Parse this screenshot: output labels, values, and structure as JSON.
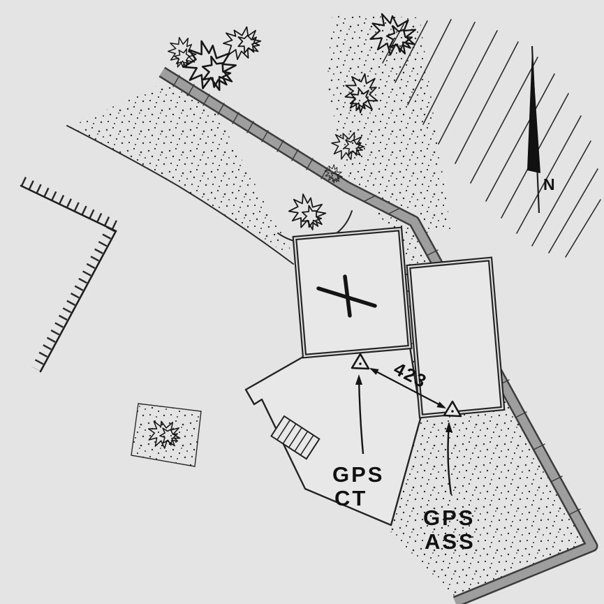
{
  "colors": {
    "background": "#e4e4e4",
    "ink": "#1f1f1f",
    "road_fill": "#9e9e9e",
    "road_edge": "#3c3c3c"
  },
  "compass": {
    "label": "N"
  },
  "dimension": {
    "label": "423"
  },
  "survey_points": [
    {
      "id": "gps-ct",
      "label_line1": "GPS",
      "label_line2": "CT"
    },
    {
      "id": "gps-ass",
      "label_line1": "GPS",
      "label_line2": "ASS"
    }
  ]
}
